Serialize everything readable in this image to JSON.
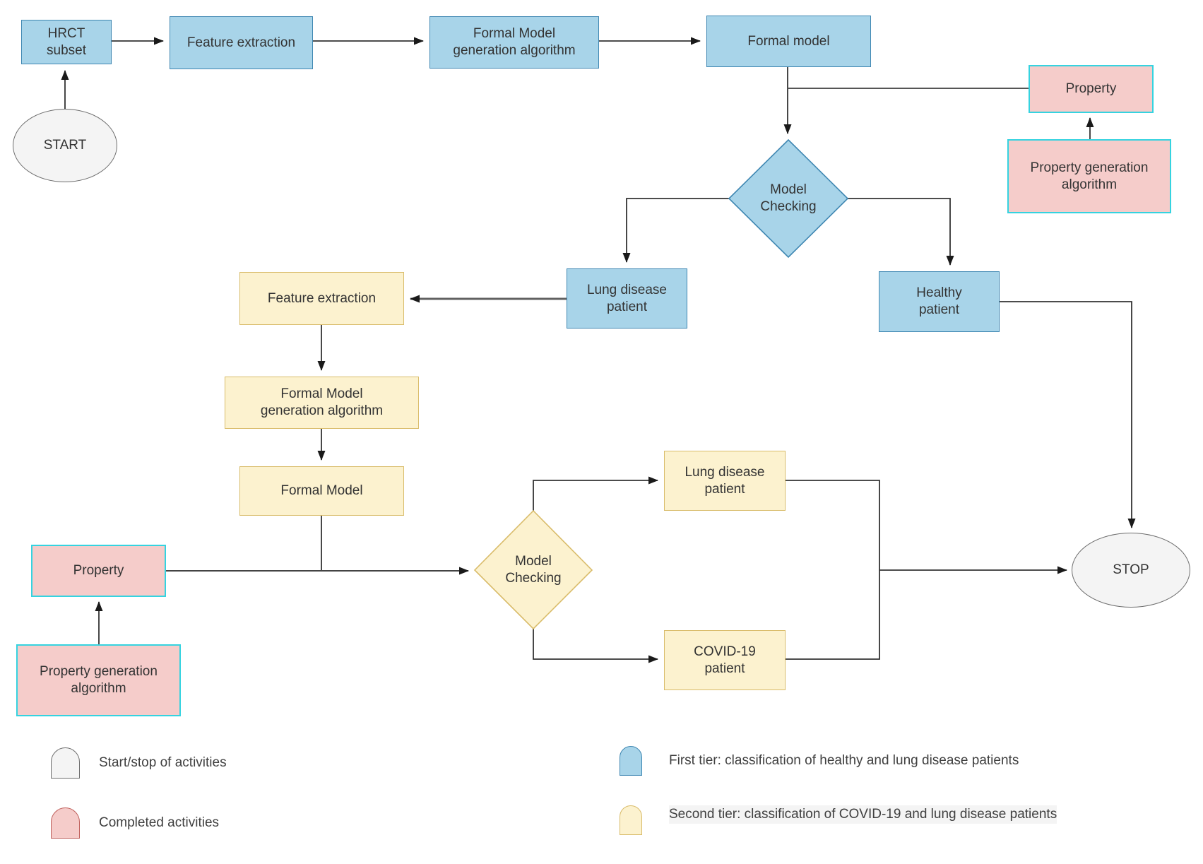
{
  "colors": {
    "tier1_fill": "#a8d4e9",
    "tier1_stroke": "#3f87b2",
    "tier2_fill": "#fcf2cf",
    "tier2_stroke": "#d9bc6a",
    "completed_fill": "#f5cccа",
    "completed_fill_fix": "#f5ccca",
    "completed_stroke": "#35d3e0",
    "startstop_fill": "#f4f4f4",
    "startstop_stroke": "#6e6e6e",
    "legend_completed_stroke": "#c0605c",
    "line": "#333333"
  },
  "nodes": {
    "start": "START",
    "stop": "STOP",
    "hrct_subset": "HRCT subset",
    "feature_extraction_1": "Feature extraction",
    "formal_model_gen_1": "Formal Model generation algorithm",
    "formal_model_1": "Formal model",
    "property_1": "Property",
    "property_gen_1": "Property generation algorithm",
    "model_checking_1": "Model Checking",
    "lung_disease_1": "Lung disease patient",
    "healthy_patient": "Healthy patient",
    "feature_extraction_2": "Feature extraction",
    "formal_model_gen_2": "Formal Model generation algorithm",
    "formal_model_2": "Formal Model",
    "property_2": "Property",
    "property_gen_2": "Property generation algorithm",
    "model_checking_2": "Model Checking",
    "lung_disease_2": "Lung disease patient",
    "covid_patient": "COVID-19 patient"
  },
  "legend": {
    "start_stop": "Start/stop of activities",
    "completed": "Completed activities",
    "first_tier": "First tier: classification of healthy and lung disease patients",
    "second_tier": "Second tier: classification of COVID-19 and lung disease patients"
  }
}
